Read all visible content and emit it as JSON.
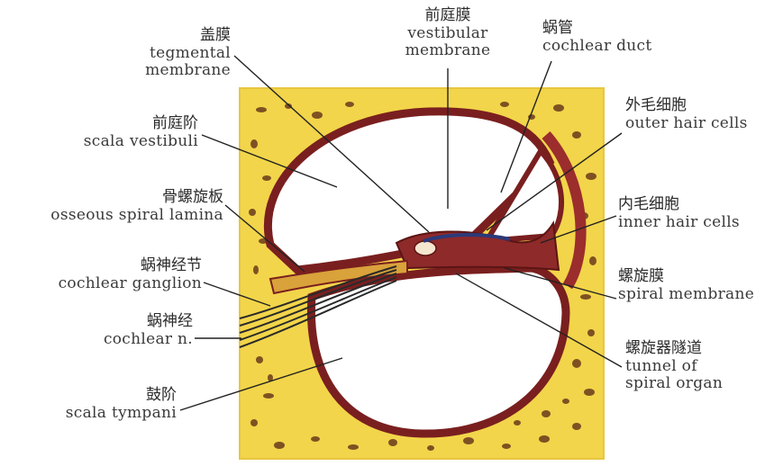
{
  "labels": {
    "tegmental": {
      "zh": "盖膜",
      "en1": "tegmental",
      "en2": "membrane"
    },
    "vestibular": {
      "zh": "前庭膜",
      "en1": "vestibular",
      "en2": "membrane"
    },
    "cochlear_duct": {
      "zh": "蜗管",
      "en": "cochlear duct"
    },
    "outer_hair": {
      "zh": "外毛细胞",
      "en": "outer hair cells"
    },
    "scala_vestibuli": {
      "zh": "前庭阶",
      "en": "scala vestibuli"
    },
    "osseous": {
      "zh": "骨螺旋板",
      "en": "osseous spiral lamina"
    },
    "inner_hair": {
      "zh": "内毛细胞",
      "en": "inner hair cells"
    },
    "ganglion": {
      "zh": "蜗神经节",
      "en": "cochlear ganglion"
    },
    "spiral_membrane": {
      "zh": "螺旋膜",
      "en": "spiral membrane"
    },
    "cochlear_n": {
      "zh": "蜗神经",
      "en": "cochlear n."
    },
    "tunnel": {
      "zh": "螺旋器隧道",
      "en1": "tunnel of",
      "en2": "spiral organ"
    },
    "scala_tympani": {
      "zh": "鼓阶",
      "en": "scala tympani"
    }
  },
  "colors": {
    "bone": "#f2d54a",
    "bone_edge": "#e9c23a",
    "membrane": "#7a1f1f",
    "membrane_light": "#b24a3a",
    "cavity": "#ffffff",
    "nerve": "#2a2a2a",
    "leader": "#222222"
  }
}
